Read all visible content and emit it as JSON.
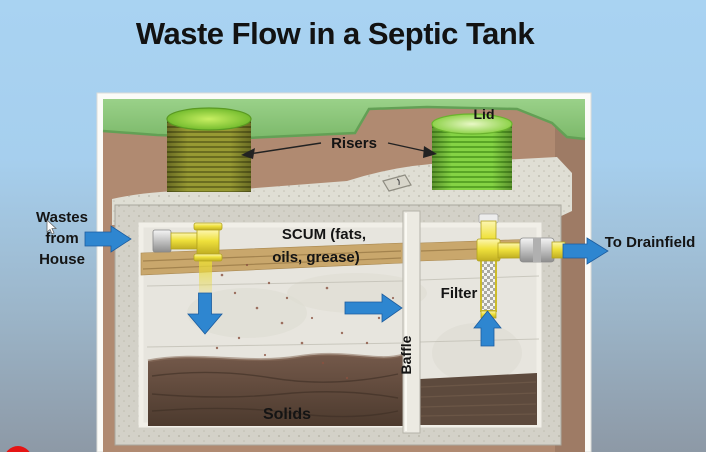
{
  "title": "Waste Flow in a Septic Tank",
  "diagram": {
    "labels": {
      "risers": "Risers",
      "lid": "Lid",
      "wastes": "Wastes from House",
      "scum_line1": "SCUM (fats,",
      "scum_line2": "oils, grease)",
      "filter": "Filter",
      "baffle": "Baffle",
      "solids": "Solids",
      "to_drainfield": "To Drainfield"
    },
    "flow_arrow_icons": [
      "inlet-arrow-icon",
      "down-arrow-icon",
      "toward-baffle-arrow-icon",
      "up-through-filter-arrow-icon",
      "outlet-arrow-icon"
    ],
    "colors": {
      "background_top": "#a9d3f2",
      "background_bottom": "#8d99a6",
      "title_text": "#121212",
      "label_text": "#141414",
      "arrow_blue": "#2e86d0",
      "grass_green": "#8cc77d",
      "soil_brown": "#b08a71",
      "concrete_gray": "#dfddd3",
      "scum_tan": "#c9a76c",
      "solids_brown": "#5b4537",
      "riser_olive": "#979a33",
      "riser_green": "#84d344",
      "pipe_yellow": "#efe13c",
      "badge_red": "#e51414"
    }
  }
}
